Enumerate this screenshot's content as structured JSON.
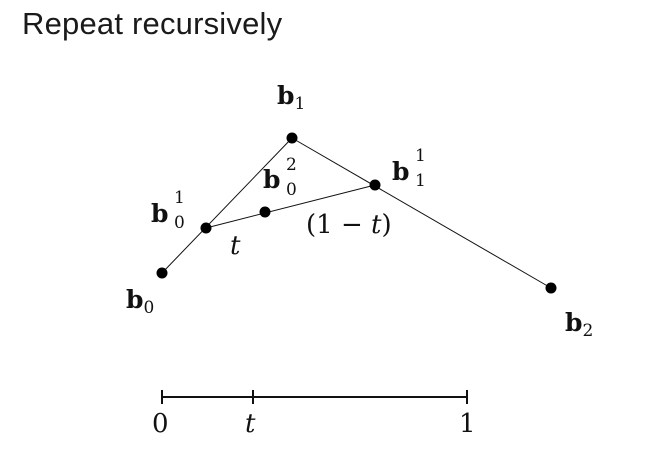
{
  "title": "Repeat recursively",
  "points": {
    "b0": {
      "base": "b",
      "sub": "0",
      "sup": ""
    },
    "b1": {
      "base": "b",
      "sub": "1",
      "sup": ""
    },
    "b2": {
      "base": "b",
      "sub": "2",
      "sup": ""
    },
    "b01": {
      "base": "b",
      "sub": "0",
      "sup": "1"
    },
    "b11": {
      "base": "b",
      "sub": "1",
      "sup": "1"
    },
    "b02": {
      "base": "b",
      "sub": "0",
      "sup": "2"
    }
  },
  "segment_labels": {
    "t": "t",
    "one_minus_t_open": "(1 − ",
    "one_minus_t_var": "t",
    "one_minus_t_close": ")"
  },
  "axis": {
    "start_label": "0",
    "mid_label": "t",
    "end_label": "1"
  }
}
